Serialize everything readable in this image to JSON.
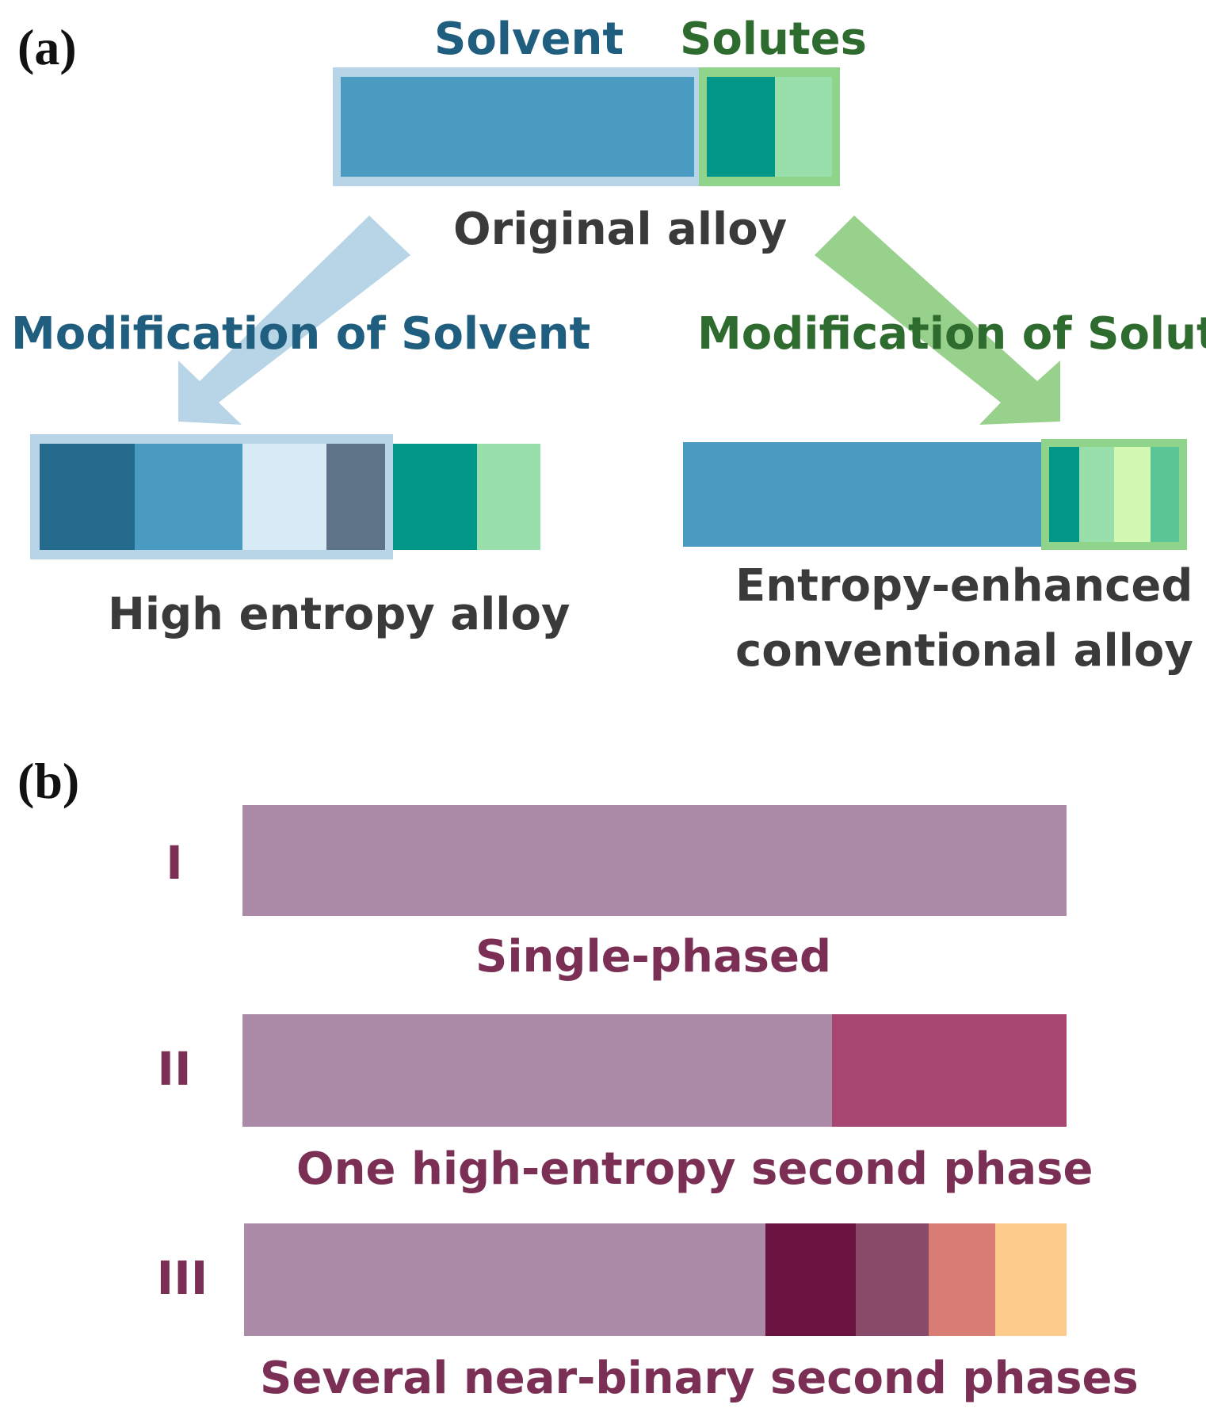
{
  "panel_a": {
    "label": "(a)",
    "solvent_heading": "Solvent",
    "solutes_heading": "Solutes",
    "original_caption": "Original alloy",
    "left_branch_title": "Modification of Solvent",
    "right_branch_title": "Modification of Solute",
    "hea_caption": "High entropy alloy",
    "eeca_caption_line1": "Entropy-enhanced",
    "eeca_caption_line2": "conventional alloy"
  },
  "panel_b": {
    "label": "(b)",
    "rows": [
      {
        "numeral": "I",
        "caption": "Single-phased"
      },
      {
        "numeral": "II",
        "caption": "One high-entropy second phase"
      },
      {
        "numeral": "III",
        "caption": "Several near-binary second phases"
      }
    ]
  },
  "colors": {
    "solvent_blue": "#4a9bc1",
    "solvent_frame": "#b7d5e6",
    "solute_teal": "#009688",
    "solute_light_green": "#99dfab",
    "solute_frame": "#8fd48a",
    "solvent_text": "#1f5e7e",
    "solute_text": "#2e6b2e",
    "dark_blue": "#246a8c",
    "pale_blue": "#d8eaf6",
    "slate": "#5f7388",
    "pale_lime": "#d3f8b4",
    "mid_green": "#5cc596",
    "mauve": "#ab8ba8",
    "raspberry": "#a84672",
    "wine": "#6b1442",
    "plum": "#8a4a69",
    "salmon": "#da7e75",
    "peach": "#fcca8a",
    "caption_dark": "#3a3a3a",
    "caption_plum": "#7b2f55"
  }
}
